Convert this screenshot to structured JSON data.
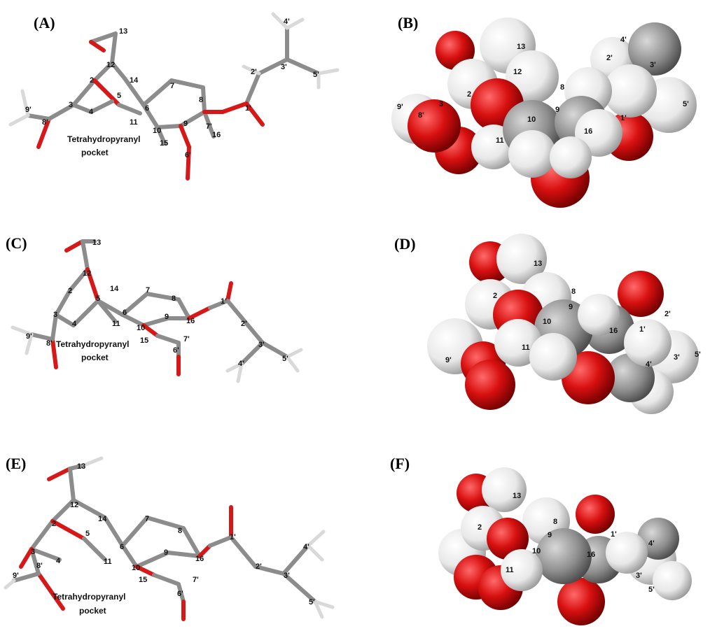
{
  "panels": {
    "A": "(A)",
    "B": "(B)",
    "C": "(C)",
    "D": "(D)",
    "E": "(E)",
    "F": "(F)"
  },
  "pocket": {
    "line1": "Tetrahydropyranyl",
    "line2": "pocket"
  },
  "atoms": {
    "a13": "13",
    "a12": "12",
    "a14": "14",
    "a2": "2",
    "a5": "5",
    "a3": "3",
    "a4": "4",
    "a6": "6",
    "a7": "7",
    "a8": "8",
    "a9": "9",
    "a10": "10",
    "a11": "11",
    "a15": "15",
    "a16": "16",
    "p1": "1'",
    "p2": "2'",
    "p3": "3'",
    "p4": "4'",
    "p5": "5'",
    "p6": "6'",
    "p7": "7'",
    "p8": "8'",
    "p9": "9'"
  },
  "colors": {
    "carbon": "#8c8c8c",
    "oxygen": "#d61818",
    "hydrogen": "#e6e6e6"
  }
}
